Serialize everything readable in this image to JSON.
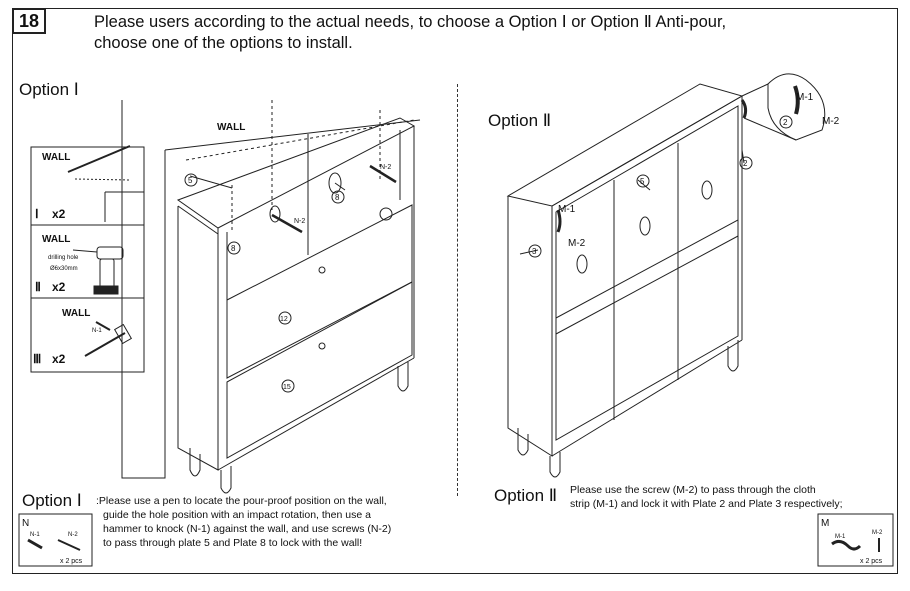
{
  "step_number": "18",
  "header": {
    "line1": "Please users according to the actual needs, to choose a Option Ⅰ or Option Ⅱ Anti-pour,",
    "line2": "choose one of the options to install."
  },
  "option1": {
    "title": "Option Ⅰ",
    "bottom_title": "Option Ⅰ",
    "instructions": [
      ":Please use a pen to locate the pour-proof position on the wall,",
      "guide the hole position with an impact rotation, then use a",
      "hammer to knock (N-1) against the wall, and use screws (N-2)",
      "to pass through plate 5 and Plate 8 to lock with the wall!"
    ],
    "wall_label": "WALL",
    "sub_steps": [
      {
        "wall": "WALL",
        "roman": "Ⅰ",
        "qty": "x2"
      },
      {
        "wall": "WALL",
        "roman": "Ⅱ",
        "qty": "x2",
        "drill_note": "drilling hole",
        "drill_size": "Ø6x30mm"
      },
      {
        "wall": "WALL",
        "roman": "Ⅲ",
        "qty": "x2",
        "part": "N-1"
      }
    ],
    "parts_box": {
      "letter": "N",
      "p1": "N-1",
      "p2": "N-2",
      "qty": "x 2 pcs"
    },
    "part_tags": {
      "n2a": "N-2",
      "n2b": "N-2"
    },
    "plate_numbers": {
      "p5": "5",
      "p8a": "8",
      "p8b": "8",
      "p12": "12",
      "p15": "15"
    }
  },
  "option2": {
    "title": "Option Ⅱ",
    "bottom_title": "Option Ⅱ",
    "instructions": [
      "Please use the screw (M-2) to pass through the cloth",
      "strip (M-1) and lock it with Plate 2 and Plate 3 respectively;"
    ],
    "parts_box": {
      "letter": "M",
      "p1": "M-1",
      "p2": "M-2",
      "qty": "x 2 pcs"
    },
    "part_tags": {
      "m1a": "M-1",
      "m2a": "M-2",
      "m1b": "M-1",
      "m2b": "M-2"
    },
    "plate_numbers": {
      "p2a": "2",
      "p2b": "2",
      "p3": "3",
      "p5": "5"
    }
  }
}
